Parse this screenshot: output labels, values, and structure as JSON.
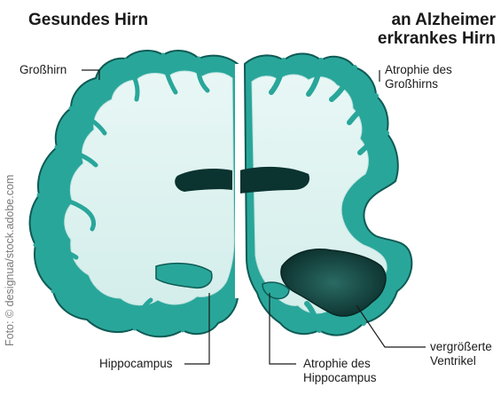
{
  "titles": {
    "left": "Gesundes Hirn",
    "right_line1": "an Alzheimer",
    "right_line2": "erkrankes Hirn"
  },
  "labels": {
    "grosshirn": "Großhirn",
    "atrophie_grosshirn_line1": "Atrophie des",
    "atrophie_grosshirn_line2": "Großhirns",
    "hippocampus": "Hippocampus",
    "atrophie_hippocampus_line1": "Atrophie des",
    "atrophie_hippocampus_line2": "Hippocampus",
    "ventrikel_line1": "vergrößerte",
    "ventrikel_line2": "Ventrikel"
  },
  "credit": "Foto: © designua/stock.adobe.com",
  "colors": {
    "cortex": "#29a69a",
    "cortex_dark": "#0f5b55",
    "white_matter": "#dff3f1",
    "ventricle": "#0b3330"
  }
}
